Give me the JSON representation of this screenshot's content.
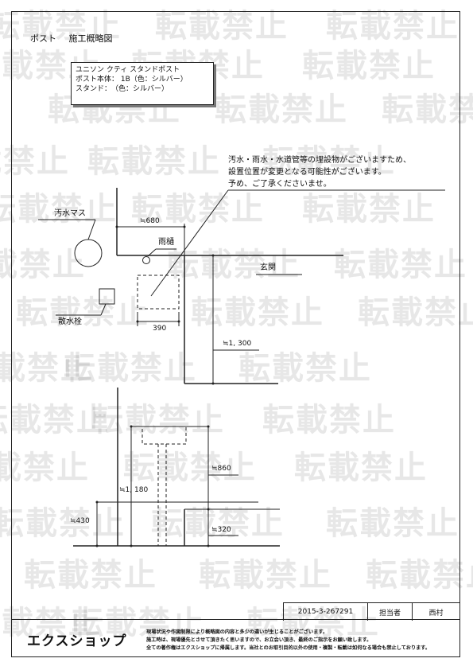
{
  "title": {
    "part1": "ポスト",
    "part2": "施工概略図"
  },
  "spec": {
    "line1": "ユニソン クティ スタンドポスト",
    "line2": "ポスト本体： 1B（色：シルバー）",
    "line3": "スタンド：　（色：シルバー）"
  },
  "notice": {
    "line1": "汚水・雨水・水道管等の埋設物がございますため、",
    "line2": "設置位置が変更となる可能性がございます。",
    "line3": "予め、ご了承くださいませ。"
  },
  "labels": {
    "sewer": "汚水マス",
    "sprinkler": "散水栓",
    "gutter": "雨樋",
    "entrance": "玄関"
  },
  "dimensions": {
    "d680": "≒680",
    "d390": "390",
    "d1300": "≒1, 300",
    "d860": "≒860",
    "d1180": "≒1, 180",
    "d430": "≒430",
    "d320": "≒320"
  },
  "watermark": "転載禁止",
  "footer": {
    "doc_number": "2015-3-267291",
    "staff_label": "担当者",
    "staff_name": "西村",
    "logo": "エクスショップ",
    "note1": "現場状況や作図制限により概略図の内容と多少の違いが生じることがございます。",
    "note2": "施工時は、現場優先とさせて頂きたく思いますので、お立会い頂き、最終のご指示をお願い致します。",
    "note3": "全ての著作権はエクスショップに帰属します。当社とのお取引目的以外の使用・複製・転載は如何なる場合も禁止しております。"
  }
}
